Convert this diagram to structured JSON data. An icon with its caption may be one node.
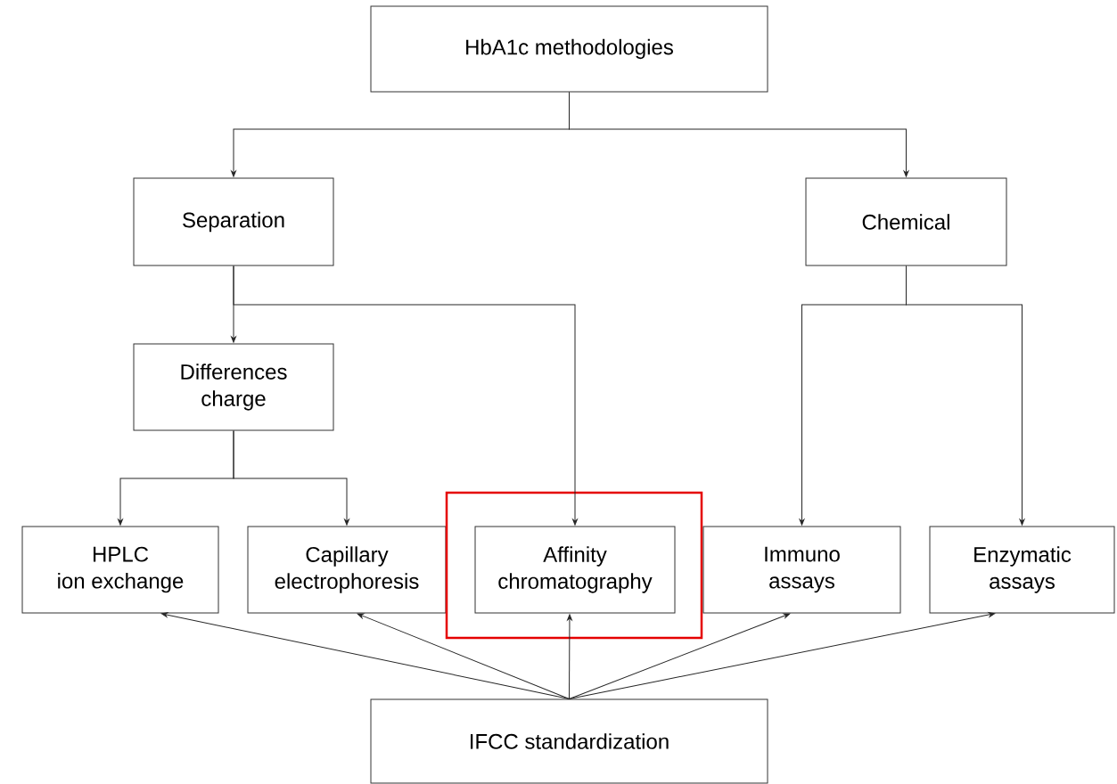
{
  "diagram": {
    "nodes": [
      {
        "text": [
          "HbA1c methodologies"
        ]
      },
      {
        "text": [
          "Separation"
        ]
      },
      {
        "text": [
          "Chemical"
        ]
      },
      {
        "text": [
          "Differences charge"
        ]
      },
      {
        "text": [
          "HPLC ion exchange"
        ]
      },
      {
        "text": [
          "Capillary electrophoresis"
        ]
      },
      {
        "text": [],
        "shape": "box"
      },
      {
        "text": [
          "Affinity chromatography"
        ],
        "in": 6
      },
      {
        "text": [
          "Immuno assays"
        ]
      },
      {
        "text": [
          "Enzymatic assays"
        ]
      },
      {
        "text": [
          "IFCC standardization"
        ]
      }
    ],
    "edges": [
      {
        "from": 0,
        "to": 1,
        "arrow": "to"
      },
      {
        "from": 0,
        "to": 2,
        "arrow": "to"
      },
      {
        "from": 1,
        "to": 3,
        "arrow": "to"
      },
      {
        "from": 1,
        "to": 7,
        "arrow": "to"
      },
      {
        "from": 3,
        "to": 4,
        "arrow": "to"
      },
      {
        "from": 3,
        "to": 5,
        "arrow": "to"
      },
      {
        "from": 2,
        "to": 8,
        "arrow": "to"
      },
      {
        "from": 2,
        "to": 9,
        "arrow": "to"
      },
      {
        "from": 10,
        "to": 4,
        "arrow": "to"
      },
      {
        "from": 10,
        "to": 5,
        "arrow": "to"
      },
      {
        "from": 10,
        "to": 7,
        "arrow": "to"
      },
      {
        "from": 10,
        "to": 8,
        "arrow": "to"
      },
      {
        "from": 10,
        "to": 9,
        "arrow": "to"
      }
    ]
  }
}
